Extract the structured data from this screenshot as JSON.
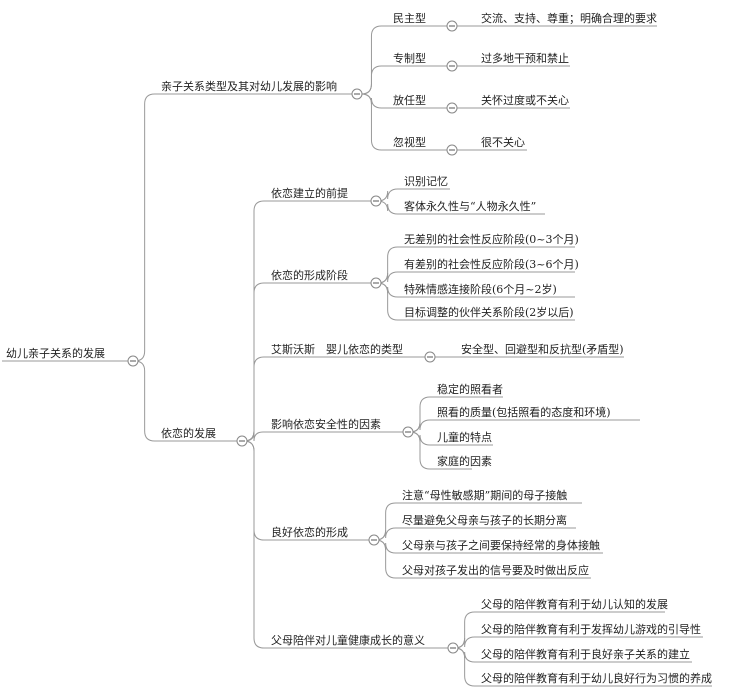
{
  "mindmap": {
    "root": {
      "label": "幼儿亲子关系的发展"
    },
    "branches": [
      {
        "label": "亲子关系类型及其对幼儿发展的影响",
        "children": [
          {
            "label": "民主型",
            "children": [
              {
                "label": "交流、支持、尊重；明确合理的要求"
              }
            ]
          },
          {
            "label": "专制型",
            "children": [
              {
                "label": "过多地干预和禁止"
              }
            ]
          },
          {
            "label": "放任型",
            "children": [
              {
                "label": "关怀过度或不关心"
              }
            ]
          },
          {
            "label": "忽视型",
            "children": [
              {
                "label": "很不关心"
              }
            ]
          }
        ]
      },
      {
        "label": "依恋的发展",
        "children": [
          {
            "label": "依恋建立的前提",
            "children": [
              {
                "label": "识别记忆"
              },
              {
                "label": "客体永久性与“人物永久性”"
              }
            ]
          },
          {
            "label": "依恋的形成阶段",
            "children": [
              {
                "label": "无差别的社会性反应阶段(0~3个月)"
              },
              {
                "label": "有差别的社会性反应阶段(3~6个月)"
              },
              {
                "label": "特殊情感连接阶段(6个月~2岁)"
              },
              {
                "label": "目标调整的伙伴关系阶段(2岁以后)"
              }
            ]
          },
          {
            "label": "艾斯沃斯　婴儿依恋的类型",
            "children": [
              {
                "label": "安全型、回避型和反抗型(矛盾型)"
              }
            ]
          },
          {
            "label": "影响依恋安全性的因素",
            "children": [
              {
                "label": "稳定的照看者"
              },
              {
                "label": "照看的质量(包括照看的态度和环境)"
              },
              {
                "label": "儿童的特点"
              },
              {
                "label": "家庭的因素"
              }
            ]
          },
          {
            "label": "良好依恋的形成",
            "children": [
              {
                "label": "注意“母性敏感期”期间的母子接触"
              },
              {
                "label": "尽量避免父母亲与孩子的长期分离"
              },
              {
                "label": "父母亲与孩子之间要保持经常的身体接触"
              },
              {
                "label": "父母对孩子发出的信号要及时做出反应"
              }
            ]
          },
          {
            "label": "父母陪伴对儿童健康成长的意义",
            "children": [
              {
                "label": "父母的陪伴教育有利于幼儿认知的发展"
              },
              {
                "label": "父母的陪伴教育有利于发挥幼儿游戏的引导性"
              },
              {
                "label": "父母的陪伴教育有利于良好亲子关系的建立"
              },
              {
                "label": "父母的陪伴教育有利于幼儿良好行为习惯的养成"
              }
            ]
          }
        ]
      }
    ]
  }
}
